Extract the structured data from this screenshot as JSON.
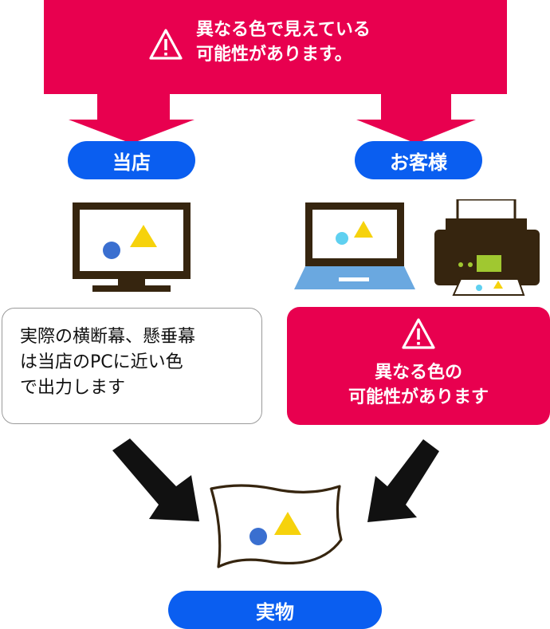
{
  "banner": {
    "line1": "異なる色で見えている",
    "line2": "可能性があります。",
    "icon": "warning-icon",
    "color": "#e8004f"
  },
  "labels": {
    "store": "当店",
    "customer": "お客様",
    "result": "実物",
    "color": "#0a5ef0"
  },
  "store_note": {
    "line1": "実際の横断幕、懸垂幕",
    "line2": "は当店のPCに近い色",
    "line3": "で出力します"
  },
  "customer_note": {
    "icon": "warning-icon",
    "line1": "異なる色の",
    "line2": "可能性があります"
  },
  "colors": {
    "device_dark": "#36250f",
    "laptop_base": "#6aa8e0",
    "circle_blue": "#3a6fd0",
    "circle_light": "#5fd0f0",
    "triangle_yellow": "#f6d20c",
    "arrow_black": "#111111"
  }
}
